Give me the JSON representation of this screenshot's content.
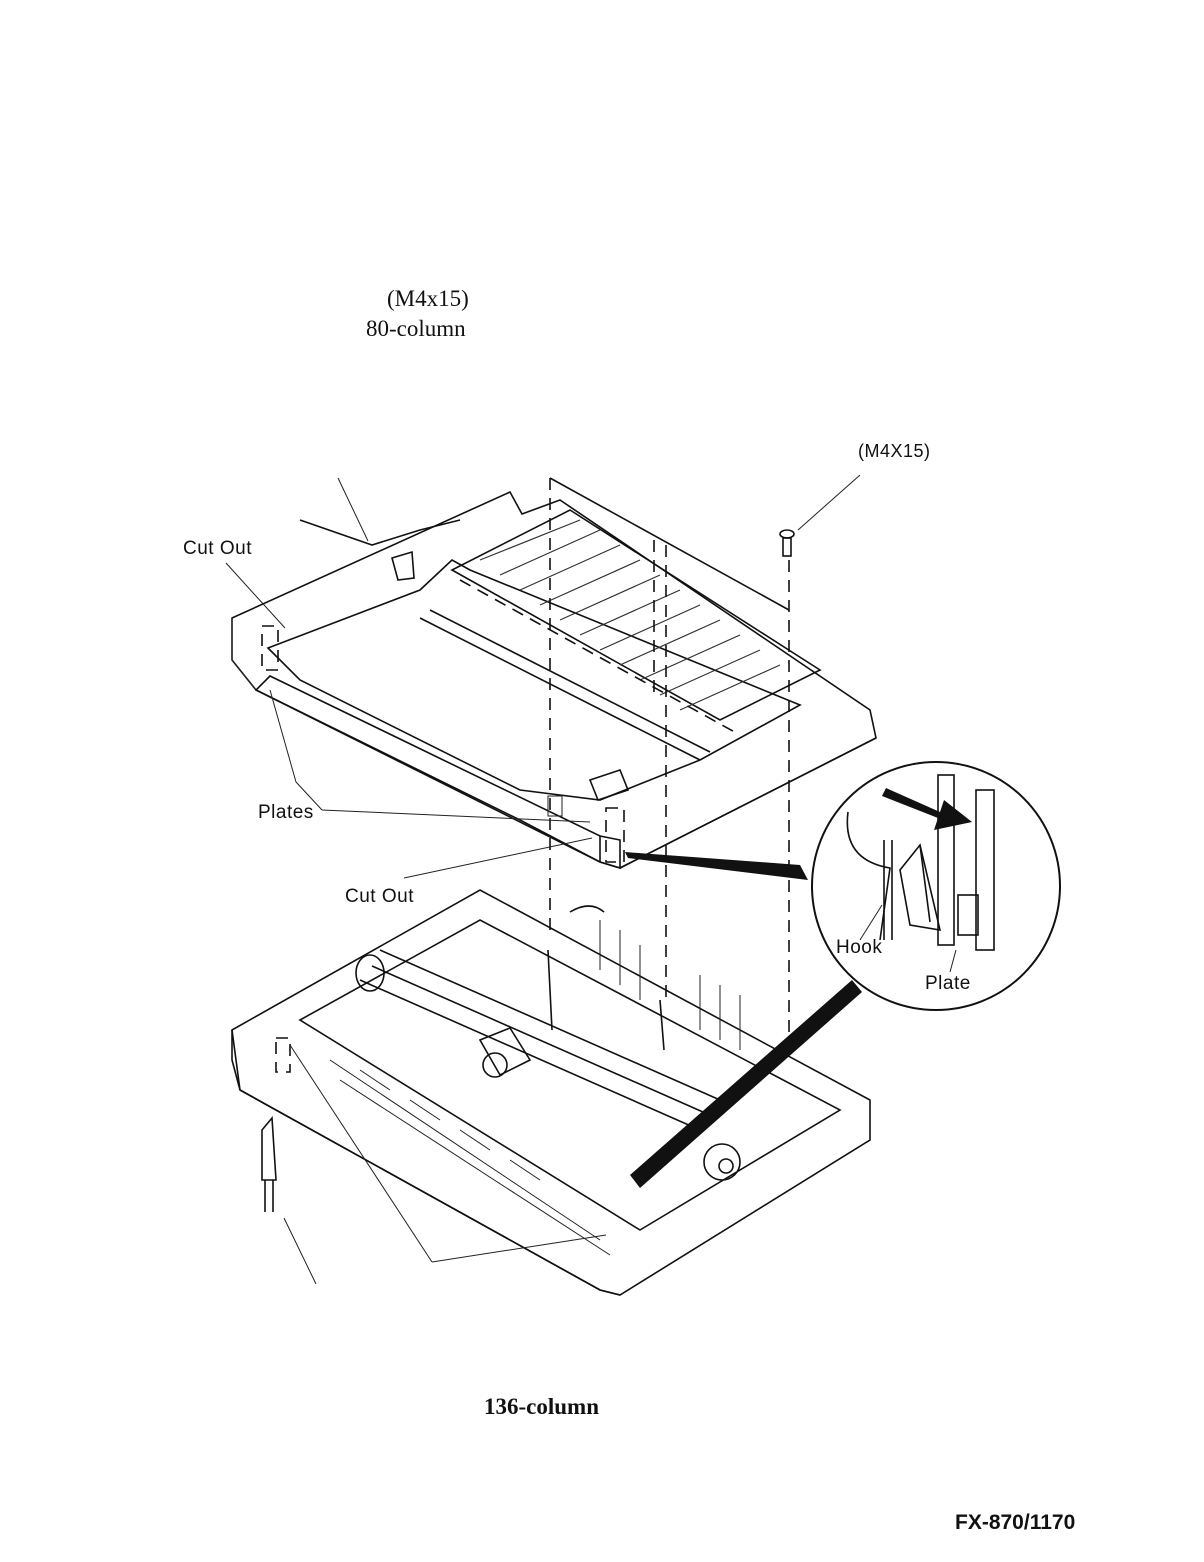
{
  "header": {
    "screw_spec": "(M4x15)",
    "model_80": "80-column"
  },
  "labels": {
    "screw_callout": "(M4X15)",
    "cut_out_upper": "Cut Out",
    "plates": "Plates",
    "cut_out_lower": "Cut Out",
    "hook": "Hook",
    "plate": "Plate"
  },
  "footer": {
    "model_136": "136-column",
    "model_number": "FX-870/1170"
  }
}
